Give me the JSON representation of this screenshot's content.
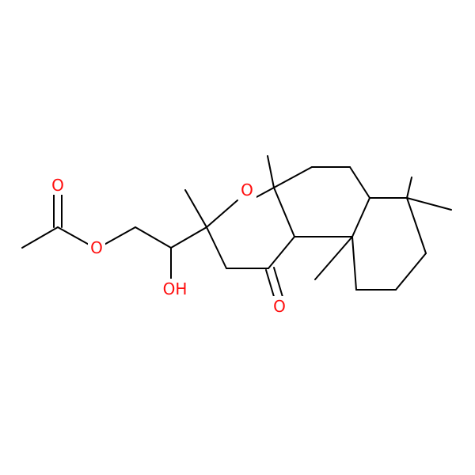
{
  "diagram": {
    "type": "skeletal-structure",
    "colors": {
      "bond": "#000000",
      "heteroatom_oxygen": "#ff0d0d",
      "background": "#ffffff"
    },
    "atom_labels": {
      "carbonyl_oxygen_acetyl": "O",
      "ester_oxygen": "O",
      "ring_oxygen": "O",
      "hydroxyl": "OH",
      "ketone_oxygen": "O"
    }
  }
}
